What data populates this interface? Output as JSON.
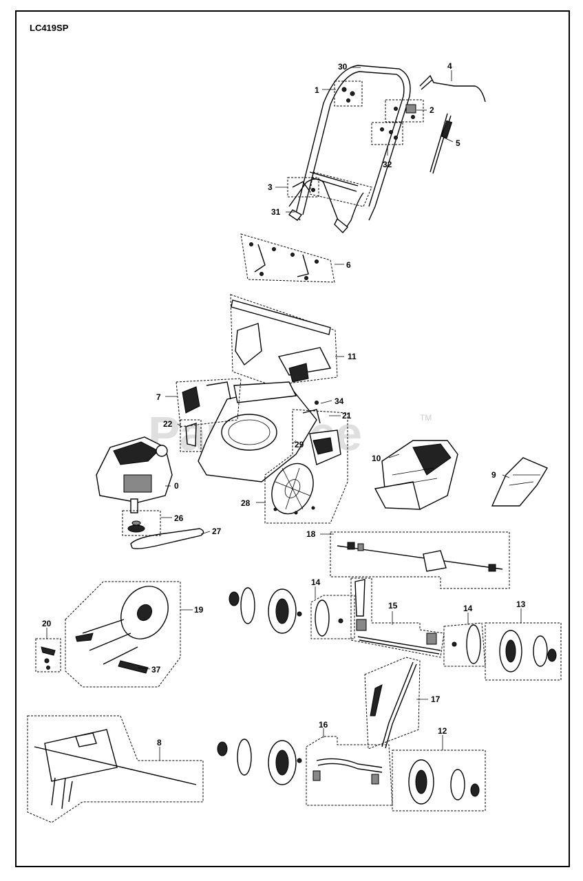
{
  "model": "LC419SP",
  "watermark": "PartsTree",
  "watermark_tm": "TM",
  "callouts": [
    "0",
    "1",
    "2",
    "3",
    "4",
    "5",
    "6",
    "7",
    "8",
    "9",
    "10",
    "11",
    "12",
    "13",
    "14",
    "14",
    "15",
    "16",
    "17",
    "18",
    "19",
    "20",
    "21",
    "22",
    "26",
    "27",
    "28",
    "29",
    "30",
    "31",
    "32",
    "34",
    "37"
  ]
}
